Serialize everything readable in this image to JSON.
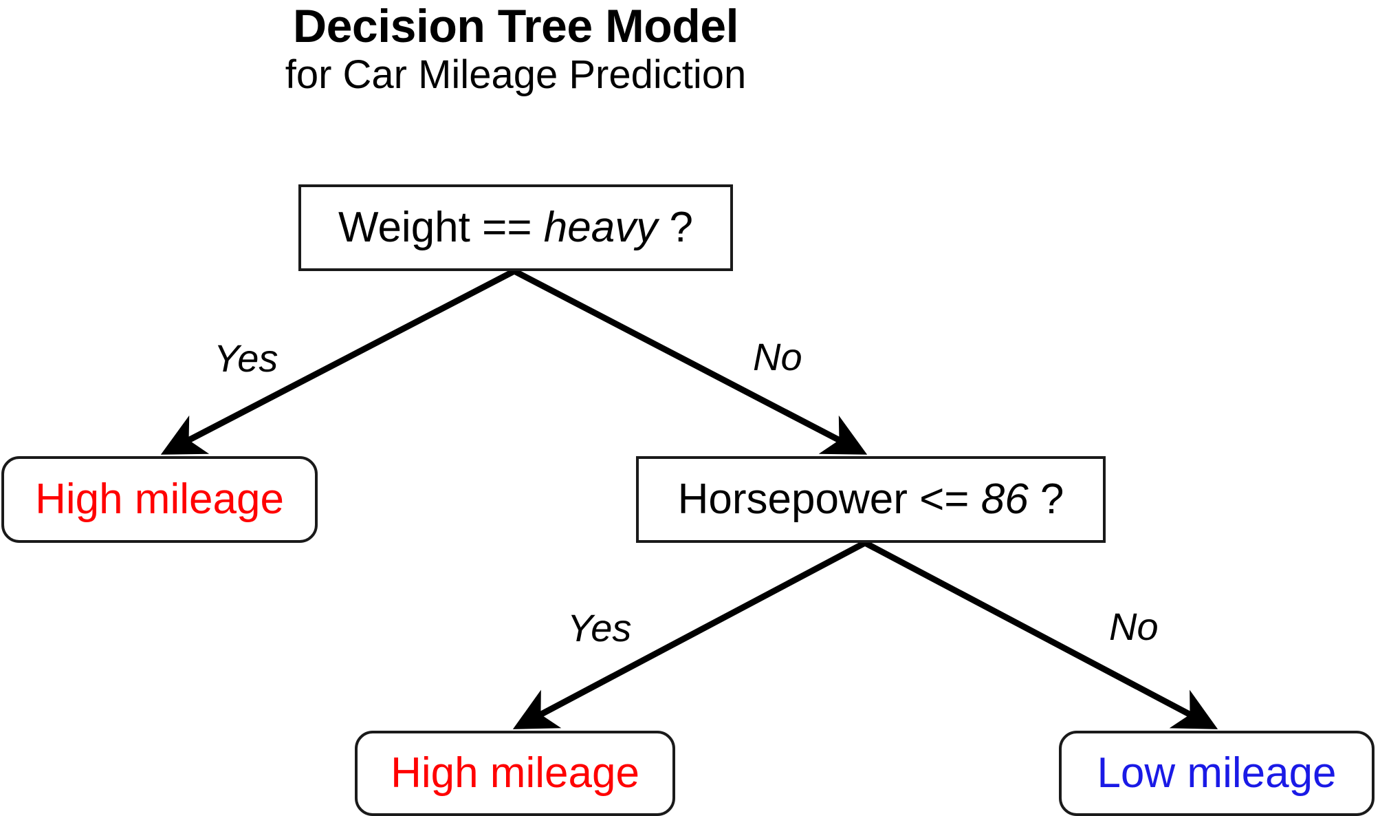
{
  "title": {
    "main": "Decision Tree Model",
    "sub": "for Car Mileage Prediction"
  },
  "colors": {
    "high_mileage": "#ff0000",
    "low_mileage": "#1a1ae6",
    "node_border": "#1a1a1a",
    "background": "#ffffff"
  },
  "nodes": {
    "root": {
      "type": "decision",
      "prefix": "Weight == ",
      "value": "heavy",
      "suffix": " ?"
    },
    "high_left": {
      "type": "leaf",
      "label": "High mileage"
    },
    "horsepower": {
      "type": "decision",
      "prefix": "Horsepower <= ",
      "value": "86",
      "suffix": " ?"
    },
    "high_bottom": {
      "type": "leaf",
      "label": "High mileage"
    },
    "low_bottom": {
      "type": "leaf",
      "label": "Low mileage"
    }
  },
  "edges": {
    "root_yes": "Yes",
    "root_no": "No",
    "hp_yes": "Yes",
    "hp_no": "No"
  }
}
